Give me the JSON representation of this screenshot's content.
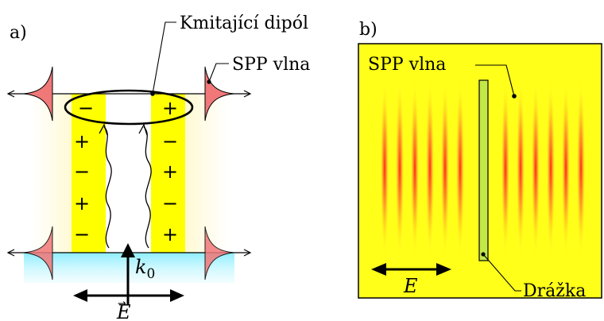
{
  "panel_a": {
    "label": "a)",
    "dipole_label": "Kmitající dipól",
    "spp_label": "SPP vlna",
    "dipole_left_sign": "−",
    "dipole_right_sign": "+",
    "left_column_signs": [
      "+",
      "−",
      "+",
      "−"
    ],
    "right_column_signs": [
      "−",
      "+",
      "−",
      "+"
    ],
    "wavevector_label": "k",
    "wavevector_subscript": "0",
    "field_label": "E",
    "field_vector_mark": "→"
  },
  "panel_b": {
    "label": "b)",
    "spp_label": "SPP vlna",
    "field_label": "E",
    "groove_label": "Drážka"
  },
  "colors": {
    "metal_yellow": "#ffff00",
    "glow_yellow": "#fff4a8",
    "substrate_cyan": "#aef3ff",
    "spp_pink": "#f07878",
    "panel_b_background": "#ffff1a",
    "groove_green": "#c2e84a",
    "fringe_red": "#ee2222"
  }
}
